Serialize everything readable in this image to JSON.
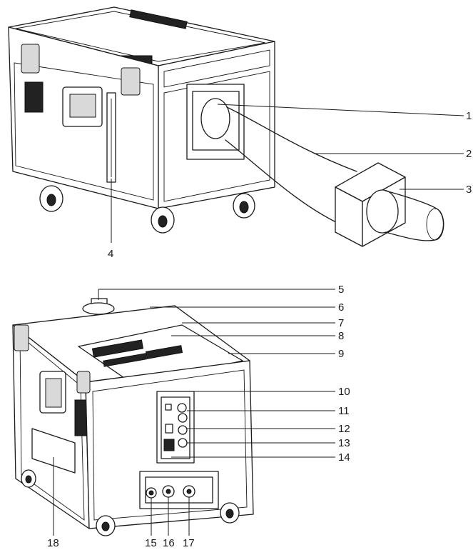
{
  "diagram": {
    "callouts_top": [
      "1",
      "2",
      "3",
      "4"
    ],
    "callouts_bottom": [
      "5",
      "6",
      "7",
      "8",
      "9",
      "10",
      "11",
      "12",
      "13",
      "14",
      "15",
      "16",
      "17",
      "18"
    ]
  },
  "colors": {
    "line": "#1a1a1a",
    "background": "#ffffff",
    "vent": "#222222"
  }
}
